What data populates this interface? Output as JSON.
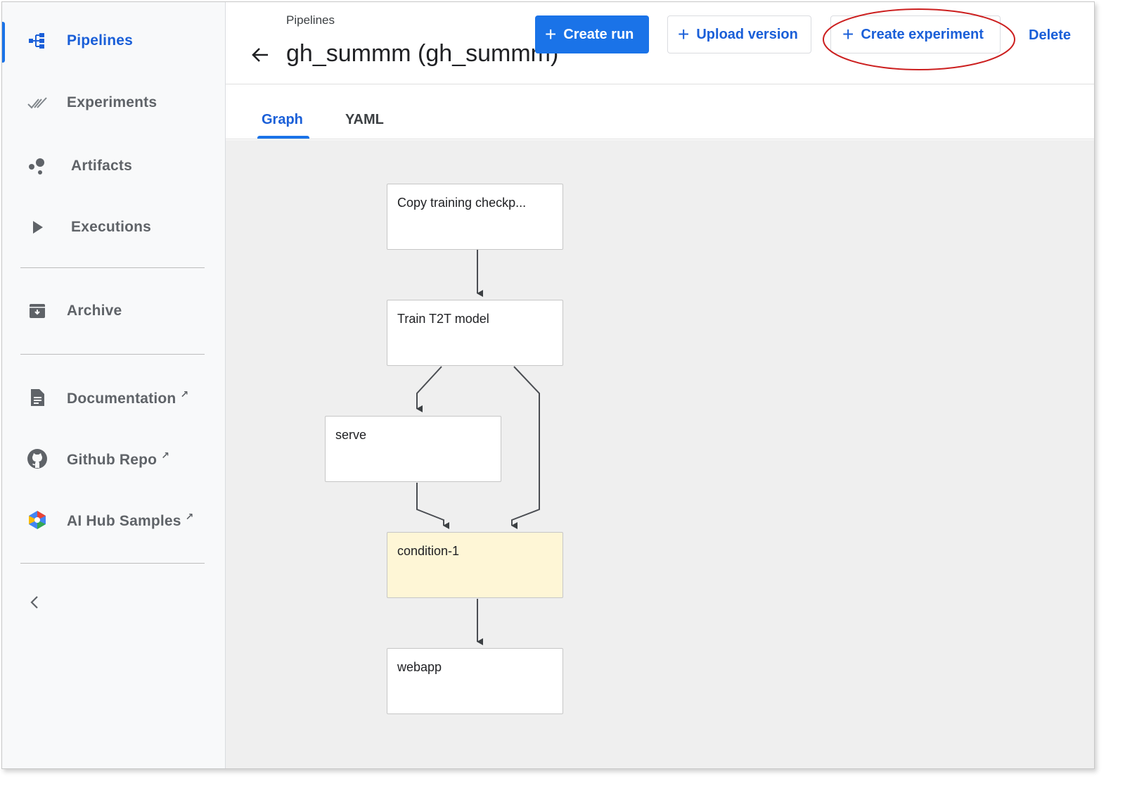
{
  "sidebar": {
    "items": [
      {
        "label": "Pipelines",
        "icon": "pipelines-icon",
        "active": true
      },
      {
        "label": "Experiments",
        "icon": "experiments-icon"
      },
      {
        "label": "Artifacts",
        "icon": "artifacts-icon"
      },
      {
        "label": "Executions",
        "icon": "executions-icon"
      },
      {
        "label": "Archive",
        "icon": "archive-icon"
      },
      {
        "label": "Documentation",
        "icon": "document-icon",
        "external": true
      },
      {
        "label": "Github Repo",
        "icon": "github-icon",
        "external": true
      },
      {
        "label": "AI Hub Samples",
        "icon": "ai-hub-icon",
        "external": true
      }
    ],
    "external_glyph": "↗",
    "collapse_icon": "chevron-left-icon"
  },
  "header": {
    "breadcrumb": "Pipelines",
    "title": "gh_summm (gh_summm)",
    "buttons": {
      "create_run": "Create run",
      "upload_version": "Upload version",
      "create_experiment": "Create experiment",
      "delete": "Delete"
    },
    "plus_glyph": "+"
  },
  "tabs": [
    {
      "label": "Graph",
      "active": true
    },
    {
      "label": "YAML",
      "active": false
    }
  ],
  "graph": {
    "nodes": [
      {
        "id": "copy",
        "label": "Copy training checkp..."
      },
      {
        "id": "train",
        "label": "Train T2T model"
      },
      {
        "id": "serve",
        "label": "serve"
      },
      {
        "id": "condition",
        "label": "condition-1",
        "type": "condition"
      },
      {
        "id": "webapp",
        "label": "webapp"
      }
    ],
    "edges": [
      [
        "copy",
        "train"
      ],
      [
        "train",
        "serve"
      ],
      [
        "train",
        "condition"
      ],
      [
        "serve",
        "condition"
      ],
      [
        "condition",
        "webapp"
      ]
    ]
  },
  "colors": {
    "accent": "#1a73e8",
    "highlight_ring": "#cc1f1f",
    "condition_fill": "#fef6d6"
  }
}
